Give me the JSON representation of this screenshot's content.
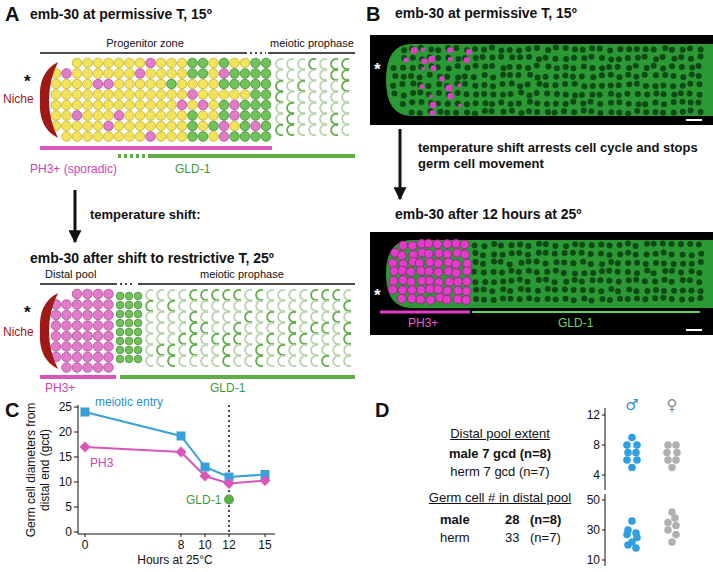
{
  "diagram": {
    "nodes": [
      {
        "text": [
          "emb-30 at permissive T, 15º"
        ]
      },
      {
        "text": [
          "emb-30 after shift to restrictive T, 25º"
        ]
      },
      {
        "text": [
          "emb-30 at permissive T, 15º",
          "*"
        ]
      },
      {
        "text": [
          "emb-30 after 12 hours at 25º",
          "*",
          "PH3+",
          "GLD-1"
        ]
      }
    ],
    "edges": [
      {
        "from": 0,
        "to": 1,
        "arrow": "to",
        "label": "temperature shift:"
      },
      {
        "from": 2,
        "to": 3,
        "arrow": "to",
        "label": "temperature shift arrests cell cycle and stops germ cell movement"
      }
    ],
    "labels": [
      "A",
      "*",
      "Niche",
      "Progenitor zone",
      "meiotic prophase",
      "PH3+ (sporadic)",
      "GLD-1",
      "*",
      "Niche",
      "Distal pool",
      "meiotic prophase",
      "PH3+",
      "GLD-1",
      "B",
      "C",
      "Germ cell diameters from distal end (gcd)",
      "25",
      "20",
      "15",
      "10",
      "5",
      "0",
      "0",
      "8",
      "10",
      "12",
      "15",
      "Hours at 25°C",
      "meiotic entry",
      "PH3",
      "GLD-1",
      "D",
      "Distal pool extent",
      "male 7 gcd (n=8)",
      "herm 7 gcd (n=7)",
      "♂",
      "♀",
      "12",
      "8",
      "4",
      "Germ cell # in distal pool",
      "male",
      "28",
      "(n=8)",
      "herm",
      "33",
      "(n=7)",
      "50",
      "30",
      "10"
    ]
  }
}
